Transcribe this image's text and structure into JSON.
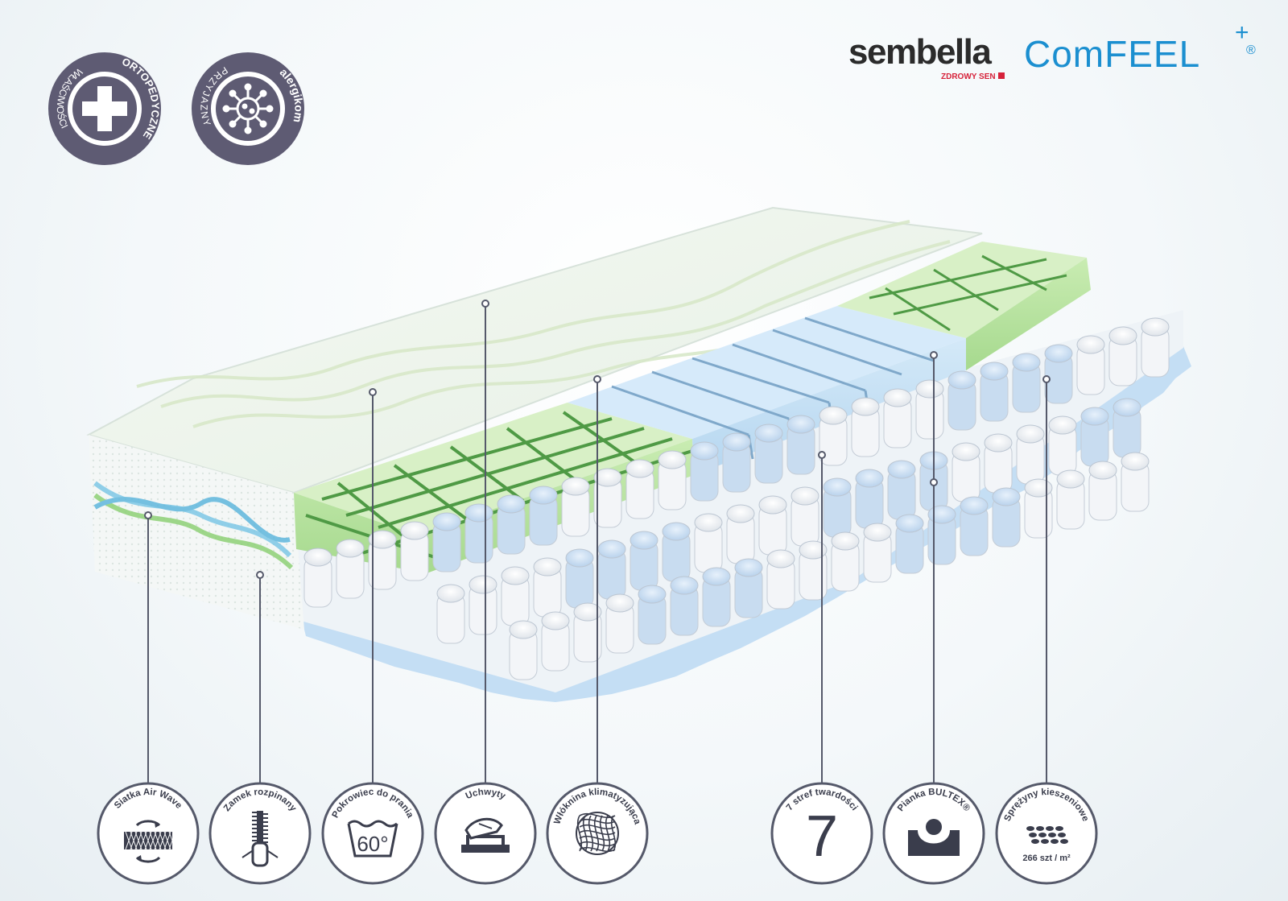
{
  "logo": {
    "brand": "sembella",
    "model": "ComFEEL",
    "plus": "+",
    "registered": "®",
    "tagline": "ZDROWY SEN"
  },
  "badges": [
    {
      "name": "orthopedic",
      "text_left": "WŁAŚCIWOŚCI",
      "text_right": "ORTOPEDYCZNE",
      "icon": "cross-icon"
    },
    {
      "name": "allergy",
      "text_left": "PRZYJAZNY",
      "text_right": "alergikom",
      "icon": "virus-icon"
    }
  ],
  "features": [
    {
      "label": "Siatka Air Wave",
      "icon": "mesh-icon"
    },
    {
      "label": "Zamek rozpinany",
      "icon": "zipper-icon"
    },
    {
      "label": "Pokrowiec do prania",
      "value": "60°",
      "icon": "wash-icon"
    },
    {
      "label": "Uchwyty",
      "icon": "handle-icon"
    },
    {
      "label": "Włóknina klimatyzująca",
      "icon": "fiber-icon"
    },
    {
      "label": "7 stref twardości",
      "value": "7",
      "icon": "zones-icon"
    },
    {
      "label": "Pianka BULTEX®",
      "icon": "foam-icon"
    },
    {
      "label": "Sprężyny kieszeniowe",
      "value": "266 szt / m²",
      "icon": "springs-icon"
    }
  ],
  "colors": {
    "badge": "#5e5b73",
    "accent": "#1b8fd0",
    "red": "#d6223a",
    "foam_green": "#b8e3a0",
    "foam_blue": "#bfdcf3",
    "line": "#55596a"
  }
}
